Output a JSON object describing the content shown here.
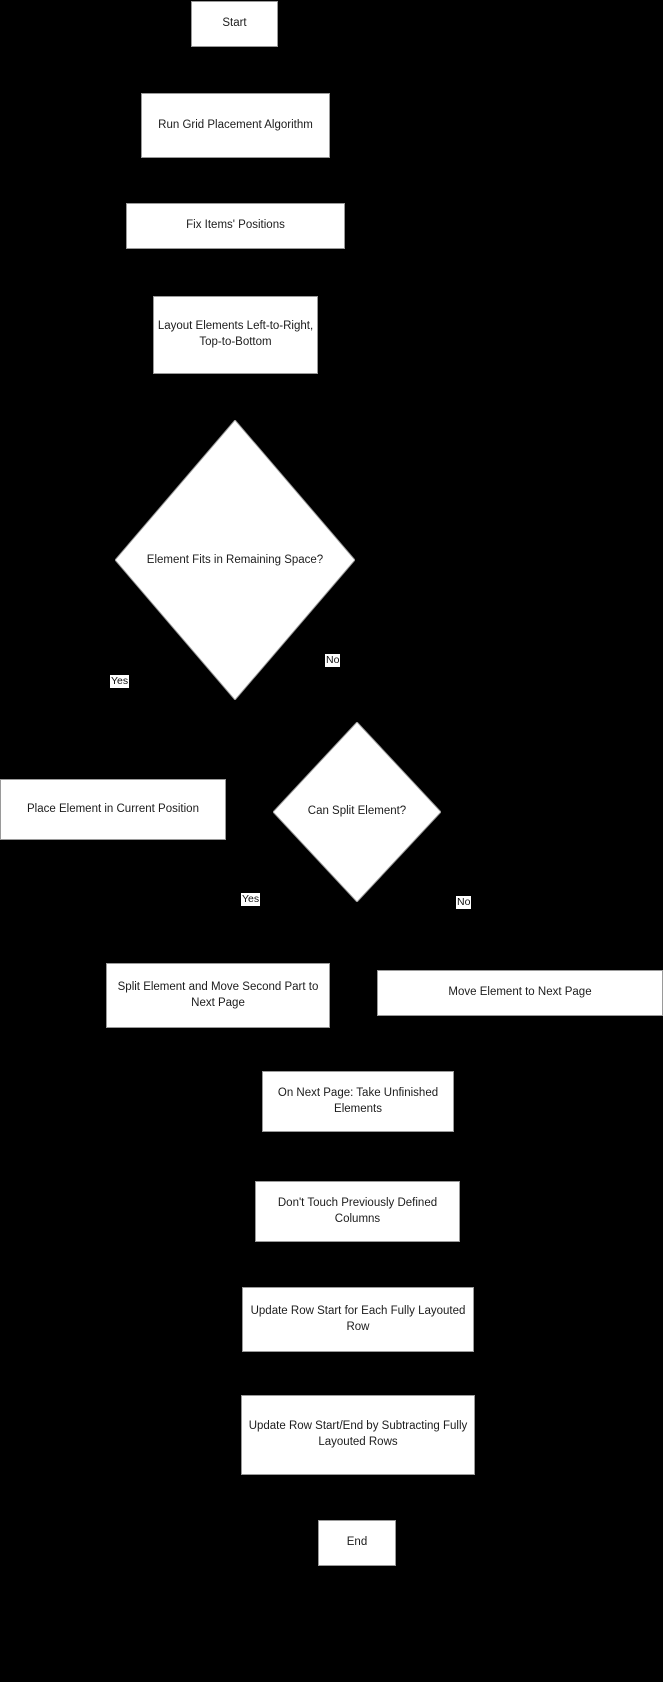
{
  "diagram": {
    "type": "flowchart",
    "background_color": "#000000",
    "node_fill": "#ffffff",
    "node_text_color": "#1c1c1c",
    "nodes": [
      {
        "id": "start",
        "shape": "box",
        "label": "Start"
      },
      {
        "id": "run_grid",
        "shape": "box",
        "label": "Run Grid Placement Algorithm"
      },
      {
        "id": "fix_items",
        "shape": "box",
        "label": "Fix Items' Positions"
      },
      {
        "id": "layout_lr",
        "shape": "box",
        "label": "Layout Elements Left-to-Right, Top-to-Bottom"
      },
      {
        "id": "fits",
        "shape": "diamond",
        "label": "Element Fits in Remaining Space?"
      },
      {
        "id": "place",
        "shape": "box",
        "label": "Place Element in Current Position"
      },
      {
        "id": "can_split",
        "shape": "diamond",
        "label": "Can Split Element?"
      },
      {
        "id": "split_move",
        "shape": "box",
        "label": "Split Element and Move Second Part to Next Page"
      },
      {
        "id": "move_next",
        "shape": "box",
        "label": "Move Element to Next Page"
      },
      {
        "id": "on_next_page",
        "shape": "box",
        "label": "On Next Page: Take Unfinished Elements"
      },
      {
        "id": "dont_touch",
        "shape": "box",
        "label": "Don't Touch Previously Defined Columns"
      },
      {
        "id": "update_start",
        "shape": "box",
        "label": "Update Row Start for Each Fully Layouted Row"
      },
      {
        "id": "update_se",
        "shape": "box",
        "label": "Update Row Start/End by Subtracting Fully Layouted Rows"
      },
      {
        "id": "end",
        "shape": "box",
        "label": "End"
      }
    ],
    "edge_labels": [
      {
        "id": "fits_yes",
        "label": "Yes"
      },
      {
        "id": "fits_no",
        "label": "No"
      },
      {
        "id": "split_yes",
        "label": "Yes"
      },
      {
        "id": "split_no",
        "label": "No"
      }
    ]
  }
}
